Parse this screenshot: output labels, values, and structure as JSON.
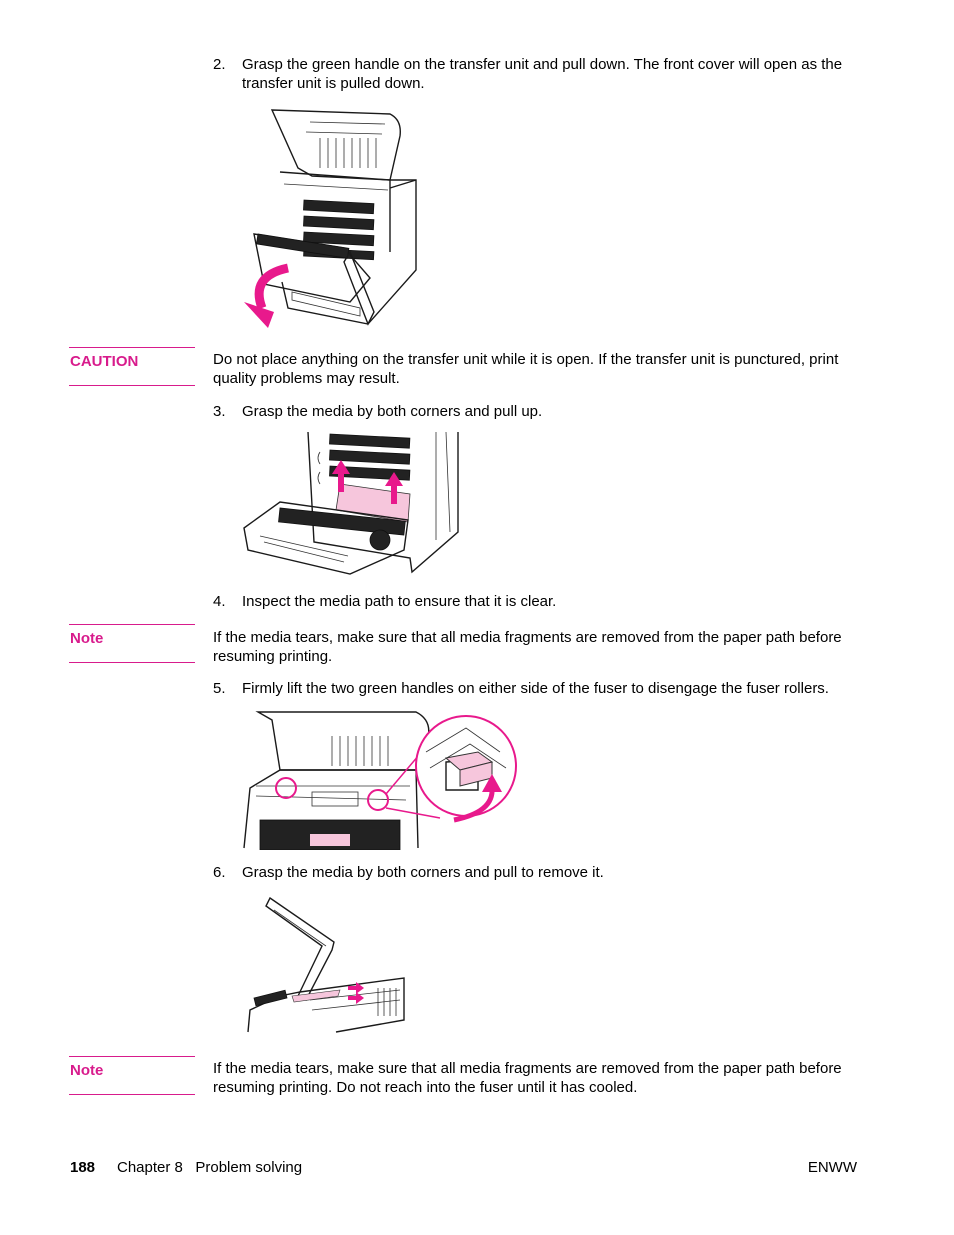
{
  "steps": [
    {
      "num": "2.",
      "text": "Grasp the green handle on the transfer unit and pull down. The front cover will open as the transfer unit is pulled down."
    },
    {
      "num": "3.",
      "text": "Grasp the media by both corners and pull up."
    },
    {
      "num": "4.",
      "text": "Inspect the media path to ensure that it is clear."
    },
    {
      "num": "5.",
      "text": "Firmly lift the two green handles on either side of the fuser to disengage the fuser rollers."
    },
    {
      "num": "6.",
      "text": "Grasp the media by both corners and pull to remove it."
    }
  ],
  "callouts": [
    {
      "label": "CAUTION",
      "text": "Do not place anything on the transfer unit while it is open. If the transfer unit is punctured, print quality problems may result."
    },
    {
      "label": "Note",
      "text": "If the media tears, make sure that all media fragments are removed from the paper path before resuming printing."
    },
    {
      "label": "Note",
      "text": "If the media tears, make sure that all media fragments are removed from the paper path before resuming printing. Do not reach into the fuser until it has cooled."
    }
  ],
  "footer": {
    "page_number": "188",
    "chapter": "Chapter 8   Problem solving",
    "right": "ENWW"
  },
  "colors": {
    "accent": "#d81b8c",
    "text": "#000000"
  }
}
